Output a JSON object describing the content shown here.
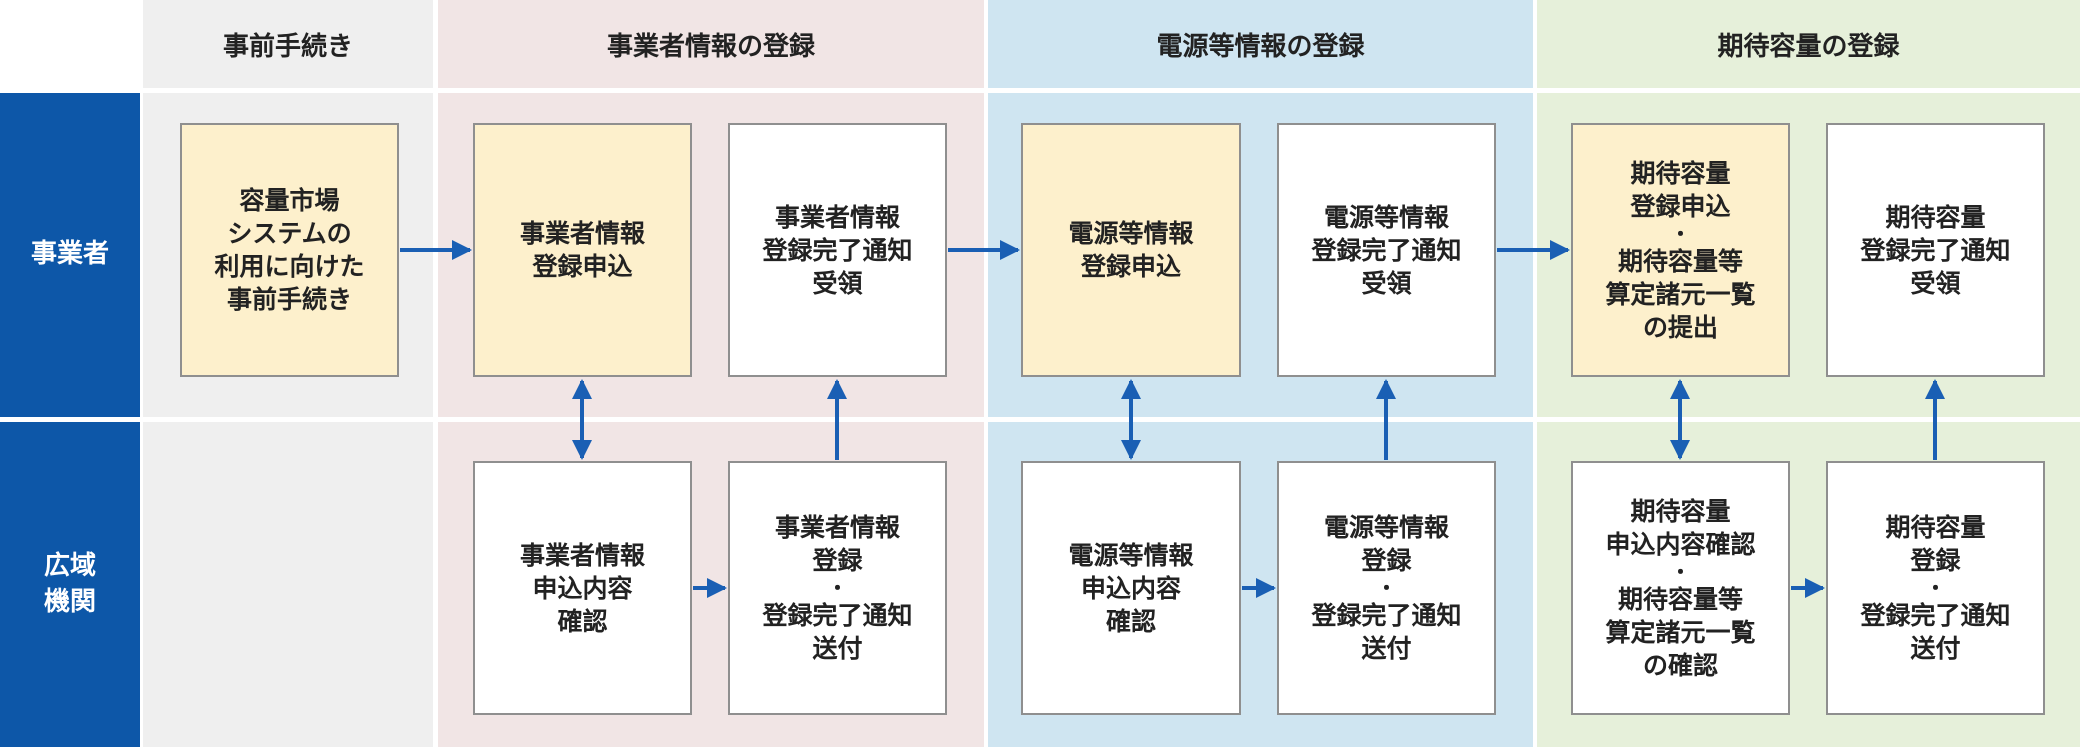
{
  "colors": {
    "blue": "#0d57a8",
    "yellow_box": "#fdf0cc",
    "col_grey": "#efefef",
    "col_pink": "#f1e5e5",
    "col_blue": "#cfe5f1",
    "col_green": "#e6f0da",
    "arrow": "#1a5fb4"
  },
  "columns": [
    {
      "title": "事前手続き"
    },
    {
      "title": "事業者情報の登録"
    },
    {
      "title": "電源等情報の登録"
    },
    {
      "title": "期待容量の登録"
    }
  ],
  "rows": [
    {
      "label_lines": [
        "事業者"
      ]
    },
    {
      "label_lines": [
        "広域",
        "機関"
      ]
    }
  ],
  "boxes": {
    "pre": {
      "lines": [
        "容量市場",
        "システムの",
        "利用に向けた",
        "事前手続き"
      ]
    },
    "biz_apply": {
      "lines": [
        "事業者情報",
        "登録申込"
      ]
    },
    "biz_receive": {
      "lines": [
        "事業者情報",
        "登録完了通知",
        "受領"
      ]
    },
    "biz_confirm": {
      "lines": [
        "事業者情報",
        "申込内容",
        "確認"
      ]
    },
    "biz_register": {
      "lines": [
        "事業者情報",
        "登録",
        "・",
        "登録完了通知",
        "送付"
      ]
    },
    "pwr_apply": {
      "lines": [
        "電源等情報",
        "登録申込"
      ]
    },
    "pwr_receive": {
      "lines": [
        "電源等情報",
        "登録完了通知",
        "受領"
      ]
    },
    "pwr_confirm": {
      "lines": [
        "電源等情報",
        "申込内容",
        "確認"
      ]
    },
    "pwr_register": {
      "lines": [
        "電源等情報",
        "登録",
        "・",
        "登録完了通知",
        "送付"
      ]
    },
    "cap_apply": {
      "lines": [
        "期待容量",
        "登録申込",
        "・",
        "期待容量等",
        "算定諸元一覧",
        "の提出"
      ]
    },
    "cap_receive": {
      "lines": [
        "期待容量",
        "登録完了通知",
        "受領"
      ]
    },
    "cap_confirm": {
      "lines": [
        "期待容量",
        "申込内容確認",
        "・",
        "期待容量等",
        "算定諸元一覧",
        "の確認"
      ]
    },
    "cap_register": {
      "lines": [
        "期待容量",
        "登録",
        "・",
        "登録完了通知",
        "送付"
      ]
    }
  }
}
